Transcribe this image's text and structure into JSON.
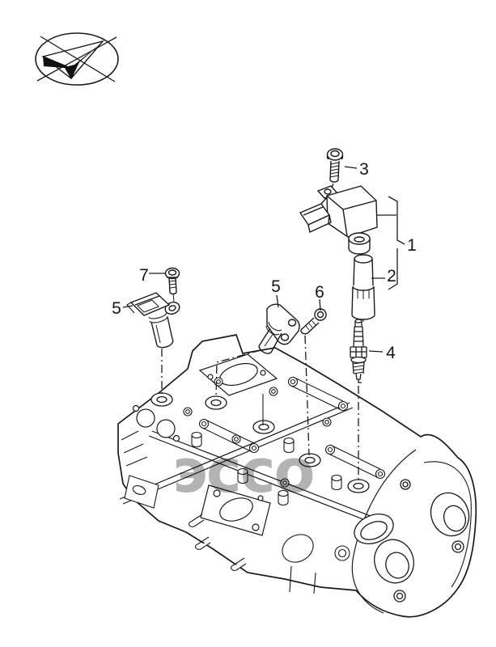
{
  "diagram": {
    "background_color": "#ffffff",
    "line_color": "#1a1a1a",
    "watermark": {
      "text": "эссо",
      "color": "#b3b3b3"
    },
    "callouts": {
      "coil_assembly_group": "1",
      "coil_boot": "2",
      "coil_bolt": "3",
      "spark_plug": "4",
      "camshaft_sensor_left": "5",
      "camshaft_sensor_middle": "5",
      "sensor_bolt_middle": "6",
      "sensor_bolt_left": "7"
    }
  }
}
